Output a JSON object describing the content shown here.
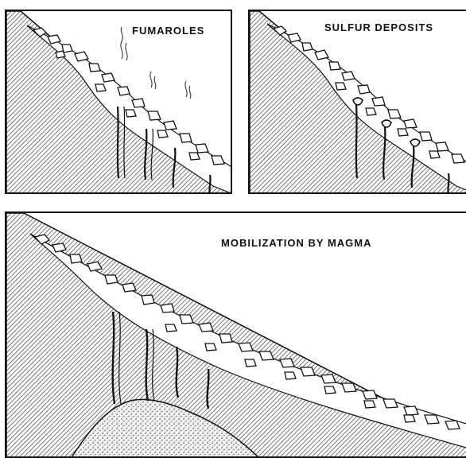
{
  "panels": {
    "fumaroles": {
      "label": "FUMAROLES"
    },
    "sulfur": {
      "label": "SULFUR DEPOSITS"
    },
    "magma": {
      "label": "MOBILIZATION BY MAGMA"
    }
  },
  "colors": {
    "ink": "#111111",
    "hatch": "#7a7a7a",
    "paper": "#ffffff"
  }
}
